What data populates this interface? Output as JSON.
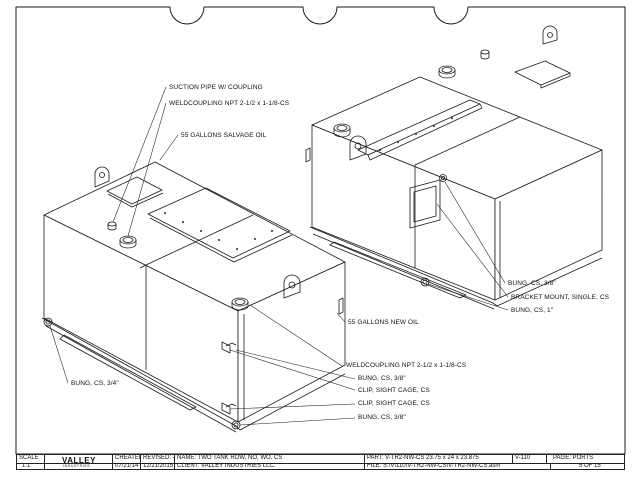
{
  "callouts": {
    "suction_pipe": "SUCTION PIPE W/ COUPLING",
    "weldcoupling_top": "WELDCOUPLING NPT 2-1/2 x 1-1/8-CS",
    "salvage_oil": "55 GALLONS SALVAGE OIL",
    "new_oil": "55 GALLONS NEW OIL",
    "weldcoupling_bottom": "WELDCOUPLING NPT 2-1/2 x 1-1/8-CS",
    "bung_38_a": "BUNG, CS, 3/8\"",
    "clip_1": "CLIP, SIGHT CAGE, CS",
    "clip_2": "CLIP, SIGHT CAGE, CS",
    "bung_38_b": "BUNG, CS, 3/8\"",
    "bung_34": "BUNG, CS, 3/4\"",
    "bung_38_right": "BUNG, CS, 3/8\"",
    "bracket_mount": "BRACKET MOUNT, SINGLE, CS",
    "bung_1": "BUNG, CS, 1\""
  },
  "title_block": {
    "scale_label": "SCALE",
    "scale_value": "1:1",
    "logo_name": "VALLEY",
    "logo_sub": "INDUSTRIES",
    "created_label": "CREATED",
    "created_value": "07/21/14",
    "revised_label": "REVISED: -",
    "revised_value": "12/21/2015",
    "name": "NAME: TWO TANK ROW, NO, WO, CS",
    "client": "CLIENT: VALLEY INDUSTRIES LLC.",
    "part": "PART: V-TR2-NW-CS 23.75 x 24 x 23.875",
    "version": "V-110",
    "file": "FILE: S:\\V\\110\\V-TR2-NW-CS\\V-TR2-NW-CS.asm",
    "page_label": "PAGE: PORTS",
    "page_value": "5  OF  15"
  },
  "colors": {
    "line": "#1a1a1a",
    "paper": "#ffffff"
  }
}
